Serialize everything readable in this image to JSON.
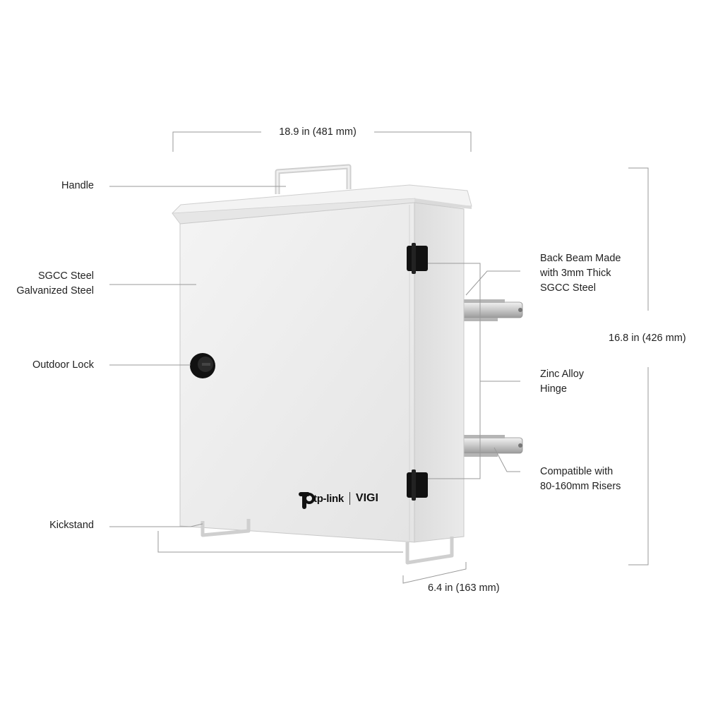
{
  "dimensions": {
    "width": "18.9 in (481 mm)",
    "height": "16.8 in (426 mm)",
    "depth": "6.4 in (163 mm)"
  },
  "labels": {
    "handle": "Handle",
    "steel": [
      "SGCC Steel",
      "Galvanized Steel"
    ],
    "lock": "Outdoor Lock",
    "kickstand": "Kickstand",
    "back_beam": [
      "Back Beam Made",
      "with 3mm Thick",
      "SGCC Steel"
    ],
    "hinge": [
      "Zinc Alloy",
      "Hinge"
    ],
    "risers": [
      "Compatible with",
      "80-160mm Risers"
    ]
  },
  "logo": {
    "brand": "tp-link",
    "product": "VIGI"
  },
  "colors": {
    "enclosure_front": "#ececec",
    "enclosure_side": "#e0e0e0",
    "enclosure_top": "#f3f3f3",
    "line": "#9a9a9a",
    "hardware": "#111111"
  }
}
